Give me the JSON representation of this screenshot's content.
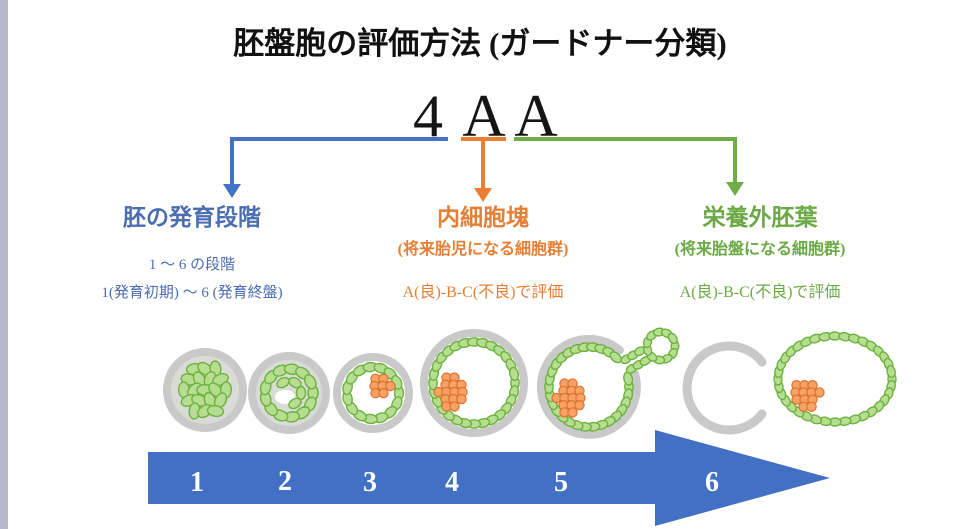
{
  "header": {
    "title": "胚盤胞の評価方法 (ガードナー分類)"
  },
  "grade": {
    "expansion": "4",
    "inner_cell_mass": "A",
    "trophectoderm": "A"
  },
  "criteria": {
    "expansion": {
      "heading": "胚の発育段階",
      "scale": "1 〜 6 の段階",
      "range": "1(発育初期) 〜 6 (発育終盤)"
    },
    "inner_cell_mass": {
      "heading": "内細胞塊",
      "note": "(将来胎児になる細胞群)",
      "scale": "A(良)-B-C(不良)で評価"
    },
    "trophectoderm": {
      "heading": "栄養外胚葉",
      "note": "(将来胎盤になる細胞群)",
      "scale": "A(良)-B-C(不良)で評価"
    }
  },
  "stages": [
    "1",
    "2",
    "3",
    "4",
    "5",
    "6"
  ],
  "colors": {
    "expansion": "#4472c4",
    "expansion_text": "#4b6db1",
    "inner_cell_mass": "#ed7d31",
    "inner_cell_mass_text": "#e57f36",
    "trophectoderm": "#70ad47",
    "trophectoderm_text": "#6aa944",
    "progress_arrow": "#4170c4",
    "zona": "#c9c9c9",
    "cell_fill": "#b7de90",
    "cell_stroke": "#6cb23f",
    "icm_fill": "#f5a267",
    "icm_stroke": "#e0712b"
  }
}
